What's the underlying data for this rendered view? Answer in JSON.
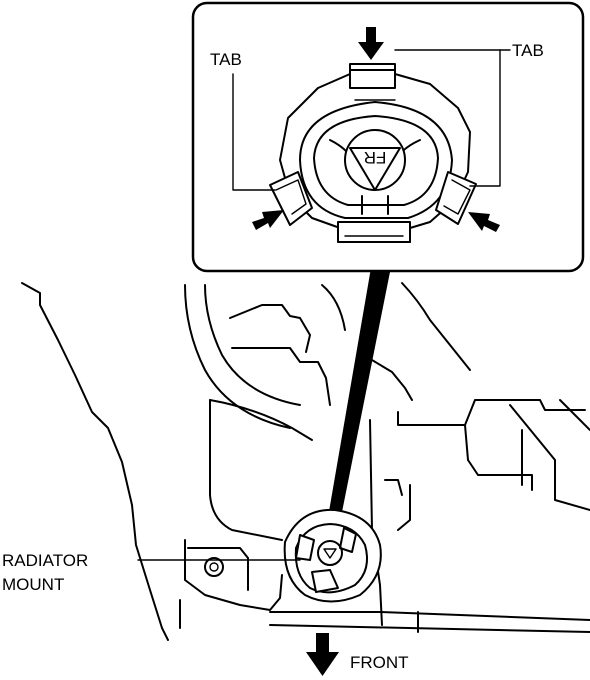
{
  "labels": {
    "tab_left": "TAB",
    "tab_right": "TAB",
    "radiator_mount_line1": "RADIATOR",
    "radiator_mount_line2": "MOUNT",
    "front": "FRONT",
    "fr_mark": "FR"
  },
  "icons": {
    "arrow_top": "down-arrow-icon",
    "arrow_left": "diagonal-arrow-icon",
    "arrow_right": "diagonal-arrow-icon",
    "arrow_front": "down-arrow-icon"
  }
}
